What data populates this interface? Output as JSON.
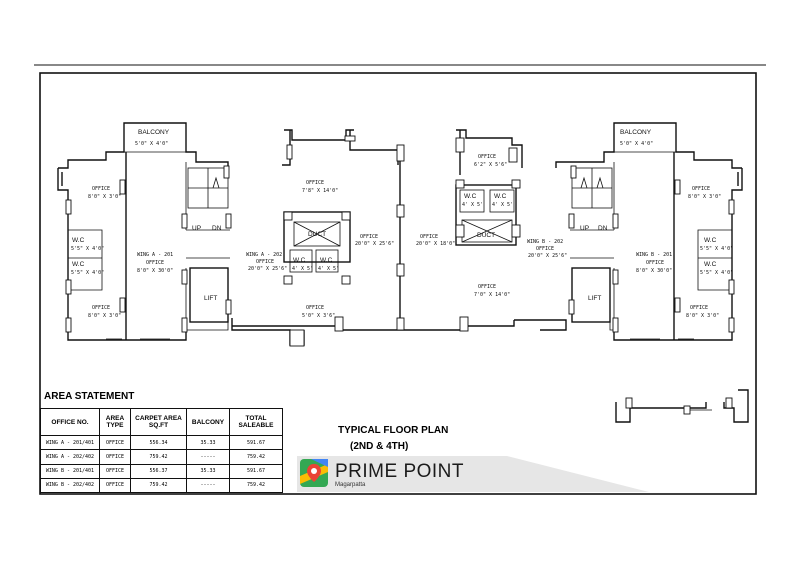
{
  "rooms": {
    "balcony_left": "BALCONY",
    "balcony_left_dim": "5'0\" X 4'0\"",
    "balcony_right": "BALCONY",
    "balcony_right_dim": "5'0\" X 4'0\"",
    "office_a1": "OFFICE",
    "office_a1_dim": "8'0\" X 3'0\"",
    "wc_a1": "W.C",
    "wc_a1_dim": "5'5\" X 4'0\"",
    "wc_a2": "W.C",
    "wc_a2_dim": "5'5\" X 4'0\"",
    "office_a2": "OFFICE",
    "office_a2_dim": "8'0\" X 3'0\"",
    "wing_a_201": "WING A - 201",
    "wing_a_201_sub": "OFFICE",
    "wing_a_201_dim": "8'0\" X 30'0\"",
    "up_l": "UP",
    "dn_l": "DN",
    "office_top_l": "OFFICE",
    "office_top_l_dim": "7'8\" X 14'0\"",
    "duct_l": "DUCT",
    "wc_l1": "W.C",
    "wc_l1_dim": "4' X 5'",
    "wc_l2": "W.C",
    "wc_l2_dim": "4' X 5'",
    "wing_a_202": "WING A - 202",
    "wing_a_202_sub": "OFFICE",
    "wing_a_202_dim": "20'0\" X 25'6\"",
    "lift_l": "LIFT",
    "office_bot_l": "OFFICE",
    "office_bot_l_dim": "5'0\" X 3'6\"",
    "office_mid_l": "OFFICE",
    "office_mid_l_dim": "20'0\" X 25'6\"",
    "office_mid_r": "OFFICE",
    "office_mid_r_dim": "20'0\" X 18'0\"",
    "office_c": "OFFICE",
    "office_c_dim": "7'0\" X 14'0\"",
    "office_top_r": "OFFICE",
    "office_top_r_dim": "6'2\" X 5'6\"",
    "wc_r1": "W.C",
    "wc_r1_dim": "4' X 5'",
    "wc_r2": "W.C",
    "wc_r2_dim": "4' X 5'",
    "duct_r": "DUCT",
    "wing_b_202": "WING B - 202",
    "wing_b_202_sub": "OFFICE",
    "wing_b_202_dim": "20'0\" X 25'6\"",
    "up_r": "UP",
    "dn_r": "DN",
    "lift_r": "LIFT",
    "wing_b_201": "WING B - 201",
    "wing_b_201_sub": "OFFICE",
    "wing_b_201_dim": "8'0\" X 30'0\"",
    "office_b1": "OFFICE",
    "office_b1_dim": "8'0\" X 3'0\"",
    "wc_b1": "W.C",
    "wc_b1_dim": "5'5\" X 4'0\"",
    "wc_b2": "W.C",
    "wc_b2_dim": "5'5\" X 4'0\"",
    "office_b2": "OFFICE",
    "office_b2_dim": "8'0\" X 3'0\""
  },
  "area_statement": {
    "title": "AREA STATEMENT",
    "headers": [
      "OFFICE NO.",
      "AREA TYPE",
      "CARPET AREA SQ.FT",
      "BALCONY",
      "TOTAL SALEABLE"
    ],
    "rows": [
      [
        "WING A - 201/401",
        "OFFICE",
        "556.34",
        "35.33",
        "591.67"
      ],
      [
        "WING A - 202/402",
        "OFFICE",
        "759.42",
        "-----",
        "759.42"
      ],
      [
        "WING B - 201/401",
        "OFFICE",
        "556.37",
        "35.33",
        "591.67"
      ],
      [
        "WING B - 202/402",
        "OFFICE",
        "759.42",
        "-----",
        "759.42"
      ]
    ]
  },
  "plan_title": "TYPICAL FLOOR PLAN",
  "plan_subtitle": "(2ND & 4TH)",
  "brand": {
    "name": "PRIME POINT",
    "location": "Magarpatta"
  },
  "colors": {
    "logo_green": "#34a853",
    "logo_blue": "#4285f4",
    "logo_red": "#ea4335",
    "logo_yellow": "#fbbc05",
    "strip_gray": "#e6e6e6"
  }
}
